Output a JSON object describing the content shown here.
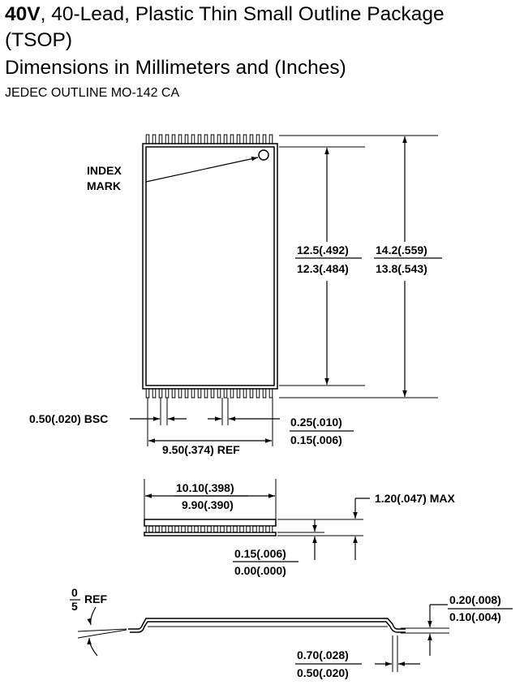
{
  "header": {
    "title_bold": "40V",
    "title_rest": ", 40-Lead, Plastic Thin Small Outline Package",
    "title_line2": "(TSOP)",
    "subtitle": "Dimensions in Millimeters and (Inches)",
    "outline": "JEDEC OUTLINE MO-142 CA"
  },
  "top_view": {
    "index_mark_line1": "INDEX",
    "index_mark_line2": "MARK",
    "body_length": {
      "max": "12.5(.492)",
      "min": "12.3(.484)"
    },
    "overall_length": {
      "max": "14.2(.559)",
      "min": "13.8(.543)"
    },
    "lead_pitch": "0.50(.020) BSC",
    "lead_width": {
      "max": "0.25(.010)",
      "min": "0.15(.006)"
    },
    "lead_span": "9.50(.374) REF",
    "leads_per_side": 20
  },
  "side_view": {
    "body_width": {
      "max": "10.10(.398)",
      "min": "9.90(.390)"
    },
    "height": "1.20(.047) MAX",
    "standoff": {
      "max": "0.15(.006)",
      "min": "0.00(.000)"
    }
  },
  "end_view": {
    "angle_top": "0",
    "angle_bottom": "5",
    "angle_suffix": "REF",
    "lead_thickness": {
      "max": "0.20(.008)",
      "min": "0.10(.004)"
    },
    "foot_length": {
      "max": "0.70(.028)",
      "min": "0.50(.020)"
    }
  }
}
